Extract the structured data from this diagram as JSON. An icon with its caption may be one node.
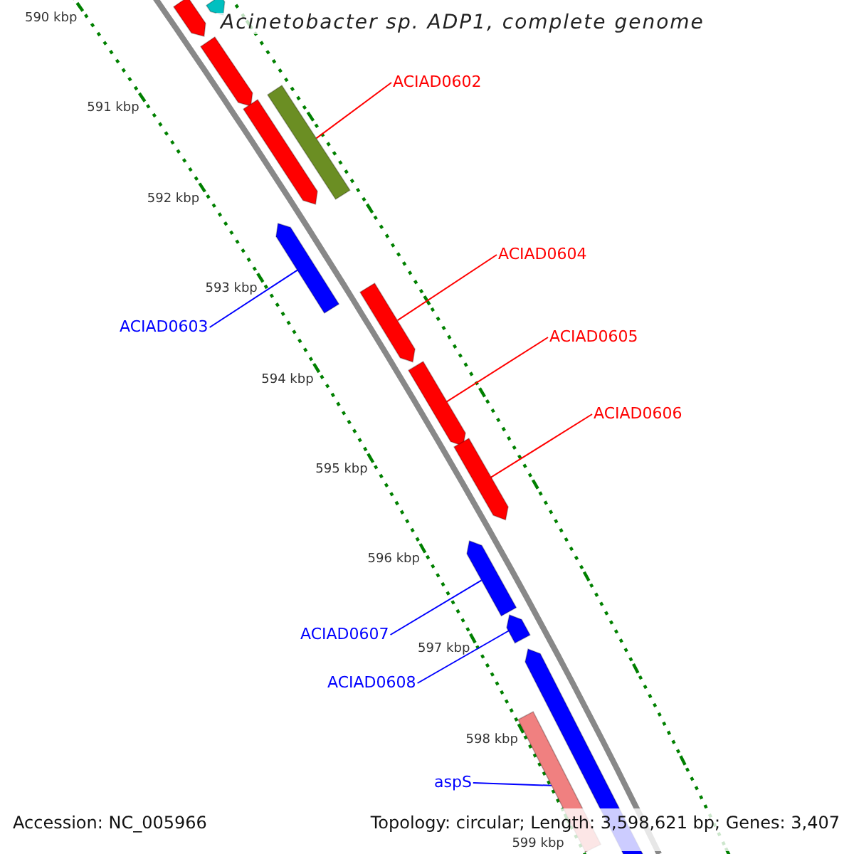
{
  "diagram": {
    "title": "Acinetobacter sp. ADP1, complete genome",
    "nodes": [
      {
        "text": [],
        "shape": "bar"
      },
      {
        "text": [],
        "shape": "bar"
      },
      {
        "text": [],
        "shape": "bar"
      },
      {
        "text": [
          "ACIAD0602"
        ]
      },
      {
        "text": [],
        "shape": "bar"
      },
      {
        "text": [],
        "shape": "bar"
      },
      {
        "text": [],
        "shape": "bar"
      },
      {
        "text": [
          "ACIAD0604"
        ]
      },
      {
        "text": [],
        "shape": "bar"
      },
      {
        "text": [
          "ACIAD0603"
        ]
      },
      {
        "text": [
          "ACIAD0605"
        ]
      },
      {
        "text": [],
        "shape": "bar"
      },
      {
        "text": [
          "ACIAD0606"
        ]
      },
      {
        "text": [],
        "shape": "bar"
      },
      {
        "text": [],
        "shape": "bar"
      },
      {
        "text": [
          "ACIAD0607"
        ]
      },
      {
        "text": [],
        "shape": "bar"
      },
      {
        "text": [],
        "shape": "bar"
      },
      {
        "text": [],
        "shape": "bar"
      },
      {
        "text": [
          "ACIAD0608"
        ]
      },
      {
        "text": [
          "aspS"
        ]
      }
    ],
    "edges": [
      {
        "from": 3,
        "to": 4,
        "arrow": "none"
      },
      {
        "from": 9,
        "to": 6,
        "arrow": "none",
        "color": "#0000ff"
      },
      {
        "from": 7,
        "to": 8,
        "arrow": "none"
      },
      {
        "from": 10,
        "to": 11,
        "arrow": "none"
      },
      {
        "from": 12,
        "to": 13,
        "arrow": "none"
      },
      {
        "from": 15,
        "to": 14,
        "arrow": "none",
        "color": "#0000ff"
      },
      {
        "from": 19,
        "to": 16,
        "arrow": "none",
        "color": "#0000ff"
      },
      {
        "from": 20,
        "to": 18,
        "arrow": "none",
        "color": "#0000ff"
      }
    ],
    "labels": [
      "590 kbp",
      "591 kbp",
      "592 kbp",
      "593 kbp",
      "594 kbp",
      "595 kbp",
      "596 kbp",
      "597 kbp",
      "598 kbp",
      "599 kbp",
      "Accession: NC_005966",
      "Topology: circular; Length: 3,598,621 bp; Genes: 3,407"
    ]
  }
}
